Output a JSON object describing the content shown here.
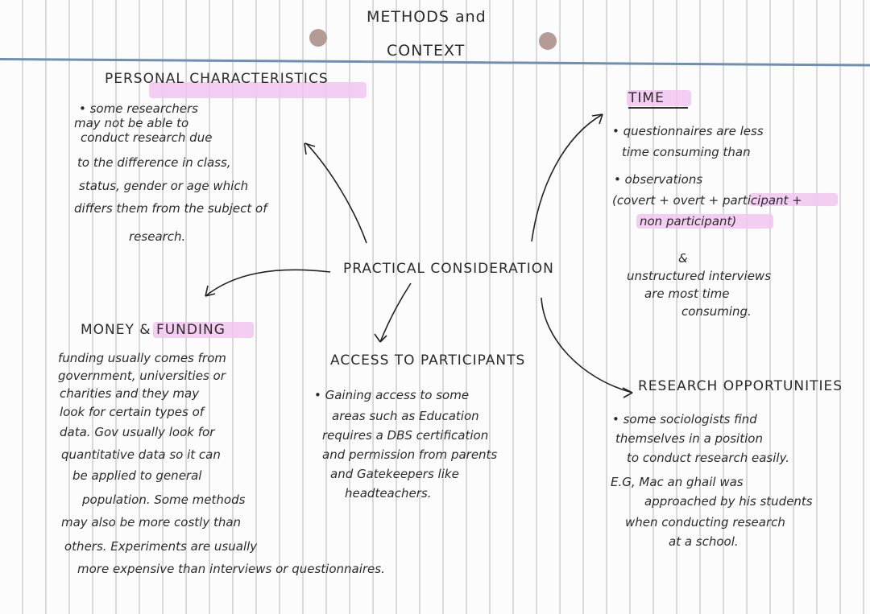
{
  "title_line1": "METHODS and",
  "title_line2": "CONTEXT",
  "center": "PRACTICAL CONSIDERATION",
  "personal": {
    "heading": "PERSONAL CHARACTERISTICS",
    "lines": [
      "• some researchers",
      "may not be able to",
      "conduct research due",
      "to the difference in class,",
      "status, gender or age which",
      "differs them from the subject of",
      "research."
    ]
  },
  "time": {
    "heading": "TIME",
    "lines": [
      "• questionnaires are less",
      "time consuming than",
      "• observations",
      "(covert + overt + participant +",
      "non participant)",
      "&",
      "unstructured interviews",
      "are most time",
      "consuming."
    ]
  },
  "money": {
    "heading": "MONEY & FUNDING",
    "lines": [
      "funding usually comes from",
      "government, universities or",
      "charities and they may",
      "look for certain types of",
      "data. Gov usually look for",
      "quantitative data so it can",
      "be applied to general",
      "population. Some methods",
      "may also be more costly than",
      "others. Experiments are usually",
      "more expensive than interviews or questionnaires."
    ]
  },
  "access": {
    "heading": "ACCESS TO PARTICIPANTS",
    "lines": [
      "• Gaining access to some",
      "areas such as Education",
      "requires a DBS certification",
      "and permission from parents",
      "and Gatekeepers like",
      "headteachers."
    ]
  },
  "research": {
    "heading": "RESEARCH OPPORTUNITIES",
    "lines": [
      "• some sociologists find",
      "themselves in a position",
      "to conduct research easily.",
      "E.G, Mac an ghail was",
      "approached by his students",
      "when conducting research",
      "at a school."
    ]
  },
  "colors": {
    "highlight": "#f2c5f0",
    "margin_line": "#6f8fb3",
    "ink": "#2b2b2b"
  }
}
